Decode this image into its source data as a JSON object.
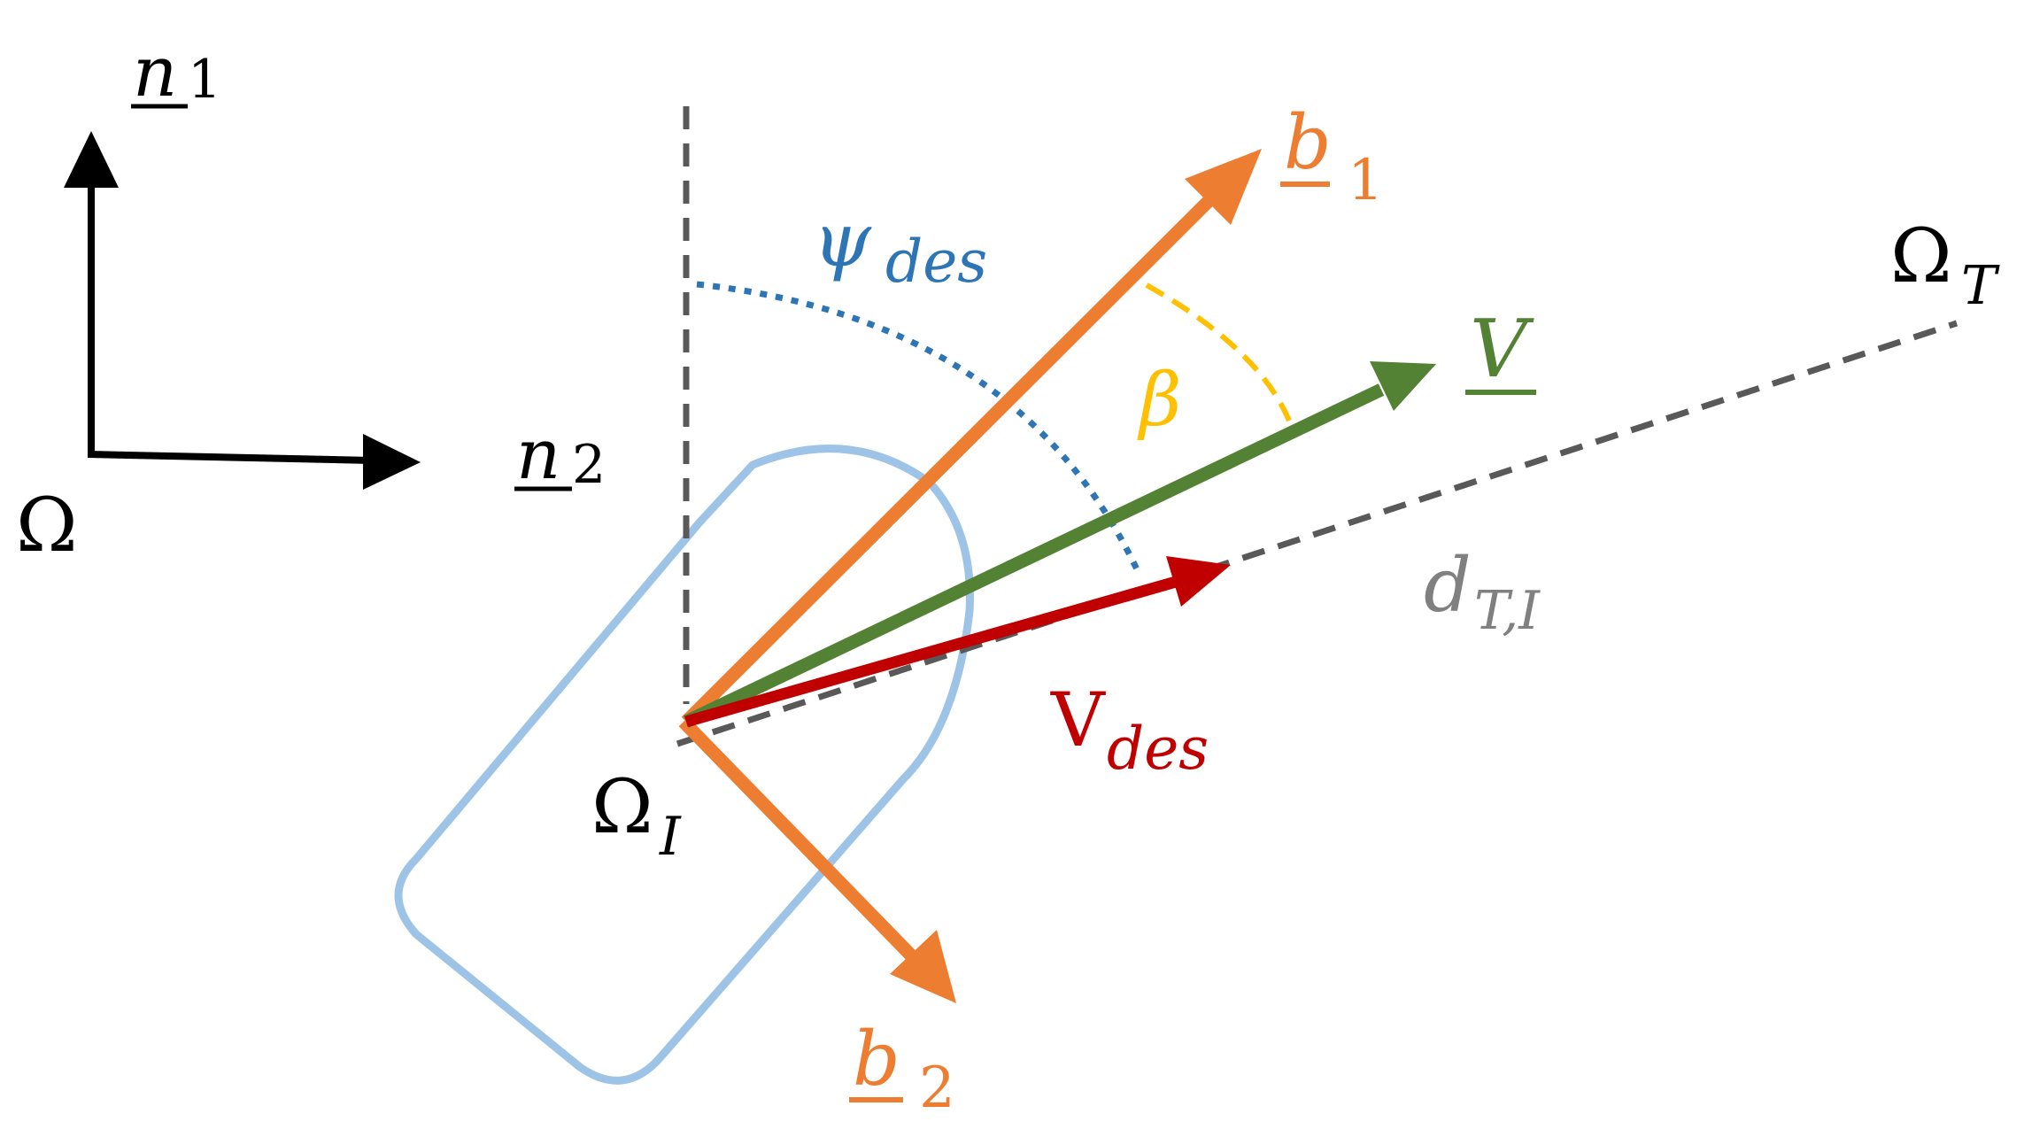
{
  "colors": {
    "black": "#000000",
    "orange": "#ED7D31",
    "green": "#548235",
    "red": "#C00000",
    "blue_dotted": "#2E75B6",
    "yellow": "#FFC000",
    "gray_dash": "#595959",
    "gray_label": "#808080",
    "boat": "#9DC3E6"
  },
  "labels": {
    "n1": {
      "main": "n",
      "sub": "1"
    },
    "n2": {
      "main": "n",
      "sub": "2"
    },
    "omega": "Ω",
    "omega_i": {
      "main": "Ω",
      "sub": "I"
    },
    "omega_t": {
      "main": "Ω",
      "sub": "T"
    },
    "b1": {
      "main": "b",
      "sub": "1"
    },
    "b2": {
      "main": "b",
      "sub": "2"
    },
    "v": "V",
    "v_des": {
      "main": "V",
      "sub": "des"
    },
    "psi_des": {
      "main": "ψ",
      "sub": "des"
    },
    "beta": "β",
    "d_ti": {
      "main": "d",
      "sub": "T,I"
    }
  },
  "icons": [
    "n1-arrow-icon",
    "n2-arrow-icon",
    "b1-arrow-icon",
    "b2-arrow-icon",
    "v-arrow-icon",
    "vdes-arrow-icon",
    "boat-outline-icon"
  ]
}
